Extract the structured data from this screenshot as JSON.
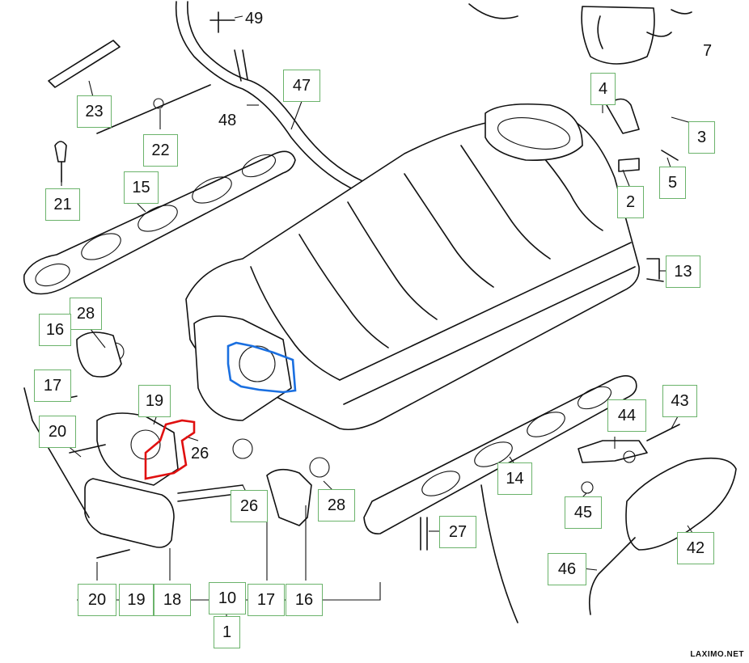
{
  "diagram": {
    "callouts": [
      {
        "id": "c49",
        "label": "49"
      },
      {
        "id": "c7",
        "label": "7"
      },
      {
        "id": "c47",
        "label": "47"
      },
      {
        "id": "c48",
        "label": "48"
      },
      {
        "id": "c23",
        "label": "23"
      },
      {
        "id": "c22",
        "label": "22"
      },
      {
        "id": "c4",
        "label": "4"
      },
      {
        "id": "c3",
        "label": "3"
      },
      {
        "id": "c5",
        "label": "5"
      },
      {
        "id": "c2",
        "label": "2"
      },
      {
        "id": "c21",
        "label": "21"
      },
      {
        "id": "c15",
        "label": "15"
      },
      {
        "id": "c13",
        "label": "13"
      },
      {
        "id": "c28a",
        "label": "28"
      },
      {
        "id": "c16a",
        "label": "16"
      },
      {
        "id": "c17a",
        "label": "17"
      },
      {
        "id": "c19a",
        "label": "19"
      },
      {
        "id": "c20a",
        "label": "20"
      },
      {
        "id": "c26a",
        "label": "26"
      },
      {
        "id": "c26b",
        "label": "26"
      },
      {
        "id": "c28b",
        "label": "28"
      },
      {
        "id": "c14",
        "label": "14"
      },
      {
        "id": "c43",
        "label": "43"
      },
      {
        "id": "c44",
        "label": "44"
      },
      {
        "id": "c45",
        "label": "45"
      },
      {
        "id": "c27",
        "label": "27"
      },
      {
        "id": "c42",
        "label": "42"
      },
      {
        "id": "c46",
        "label": "46"
      },
      {
        "id": "c20b",
        "label": "20"
      },
      {
        "id": "c19b",
        "label": "19"
      },
      {
        "id": "c18",
        "label": "18"
      },
      {
        "id": "c10",
        "label": "10"
      },
      {
        "id": "c17b",
        "label": "17"
      },
      {
        "id": "c16b",
        "label": "16"
      },
      {
        "id": "c1",
        "label": "1"
      }
    ],
    "highlights": [
      {
        "name": "highlight-red",
        "color": "#e01010"
      },
      {
        "name": "highlight-blue",
        "color": "#1a6fe0"
      }
    ],
    "box_color": "#6bb36b",
    "watermark": "LAXIMO.NET"
  }
}
